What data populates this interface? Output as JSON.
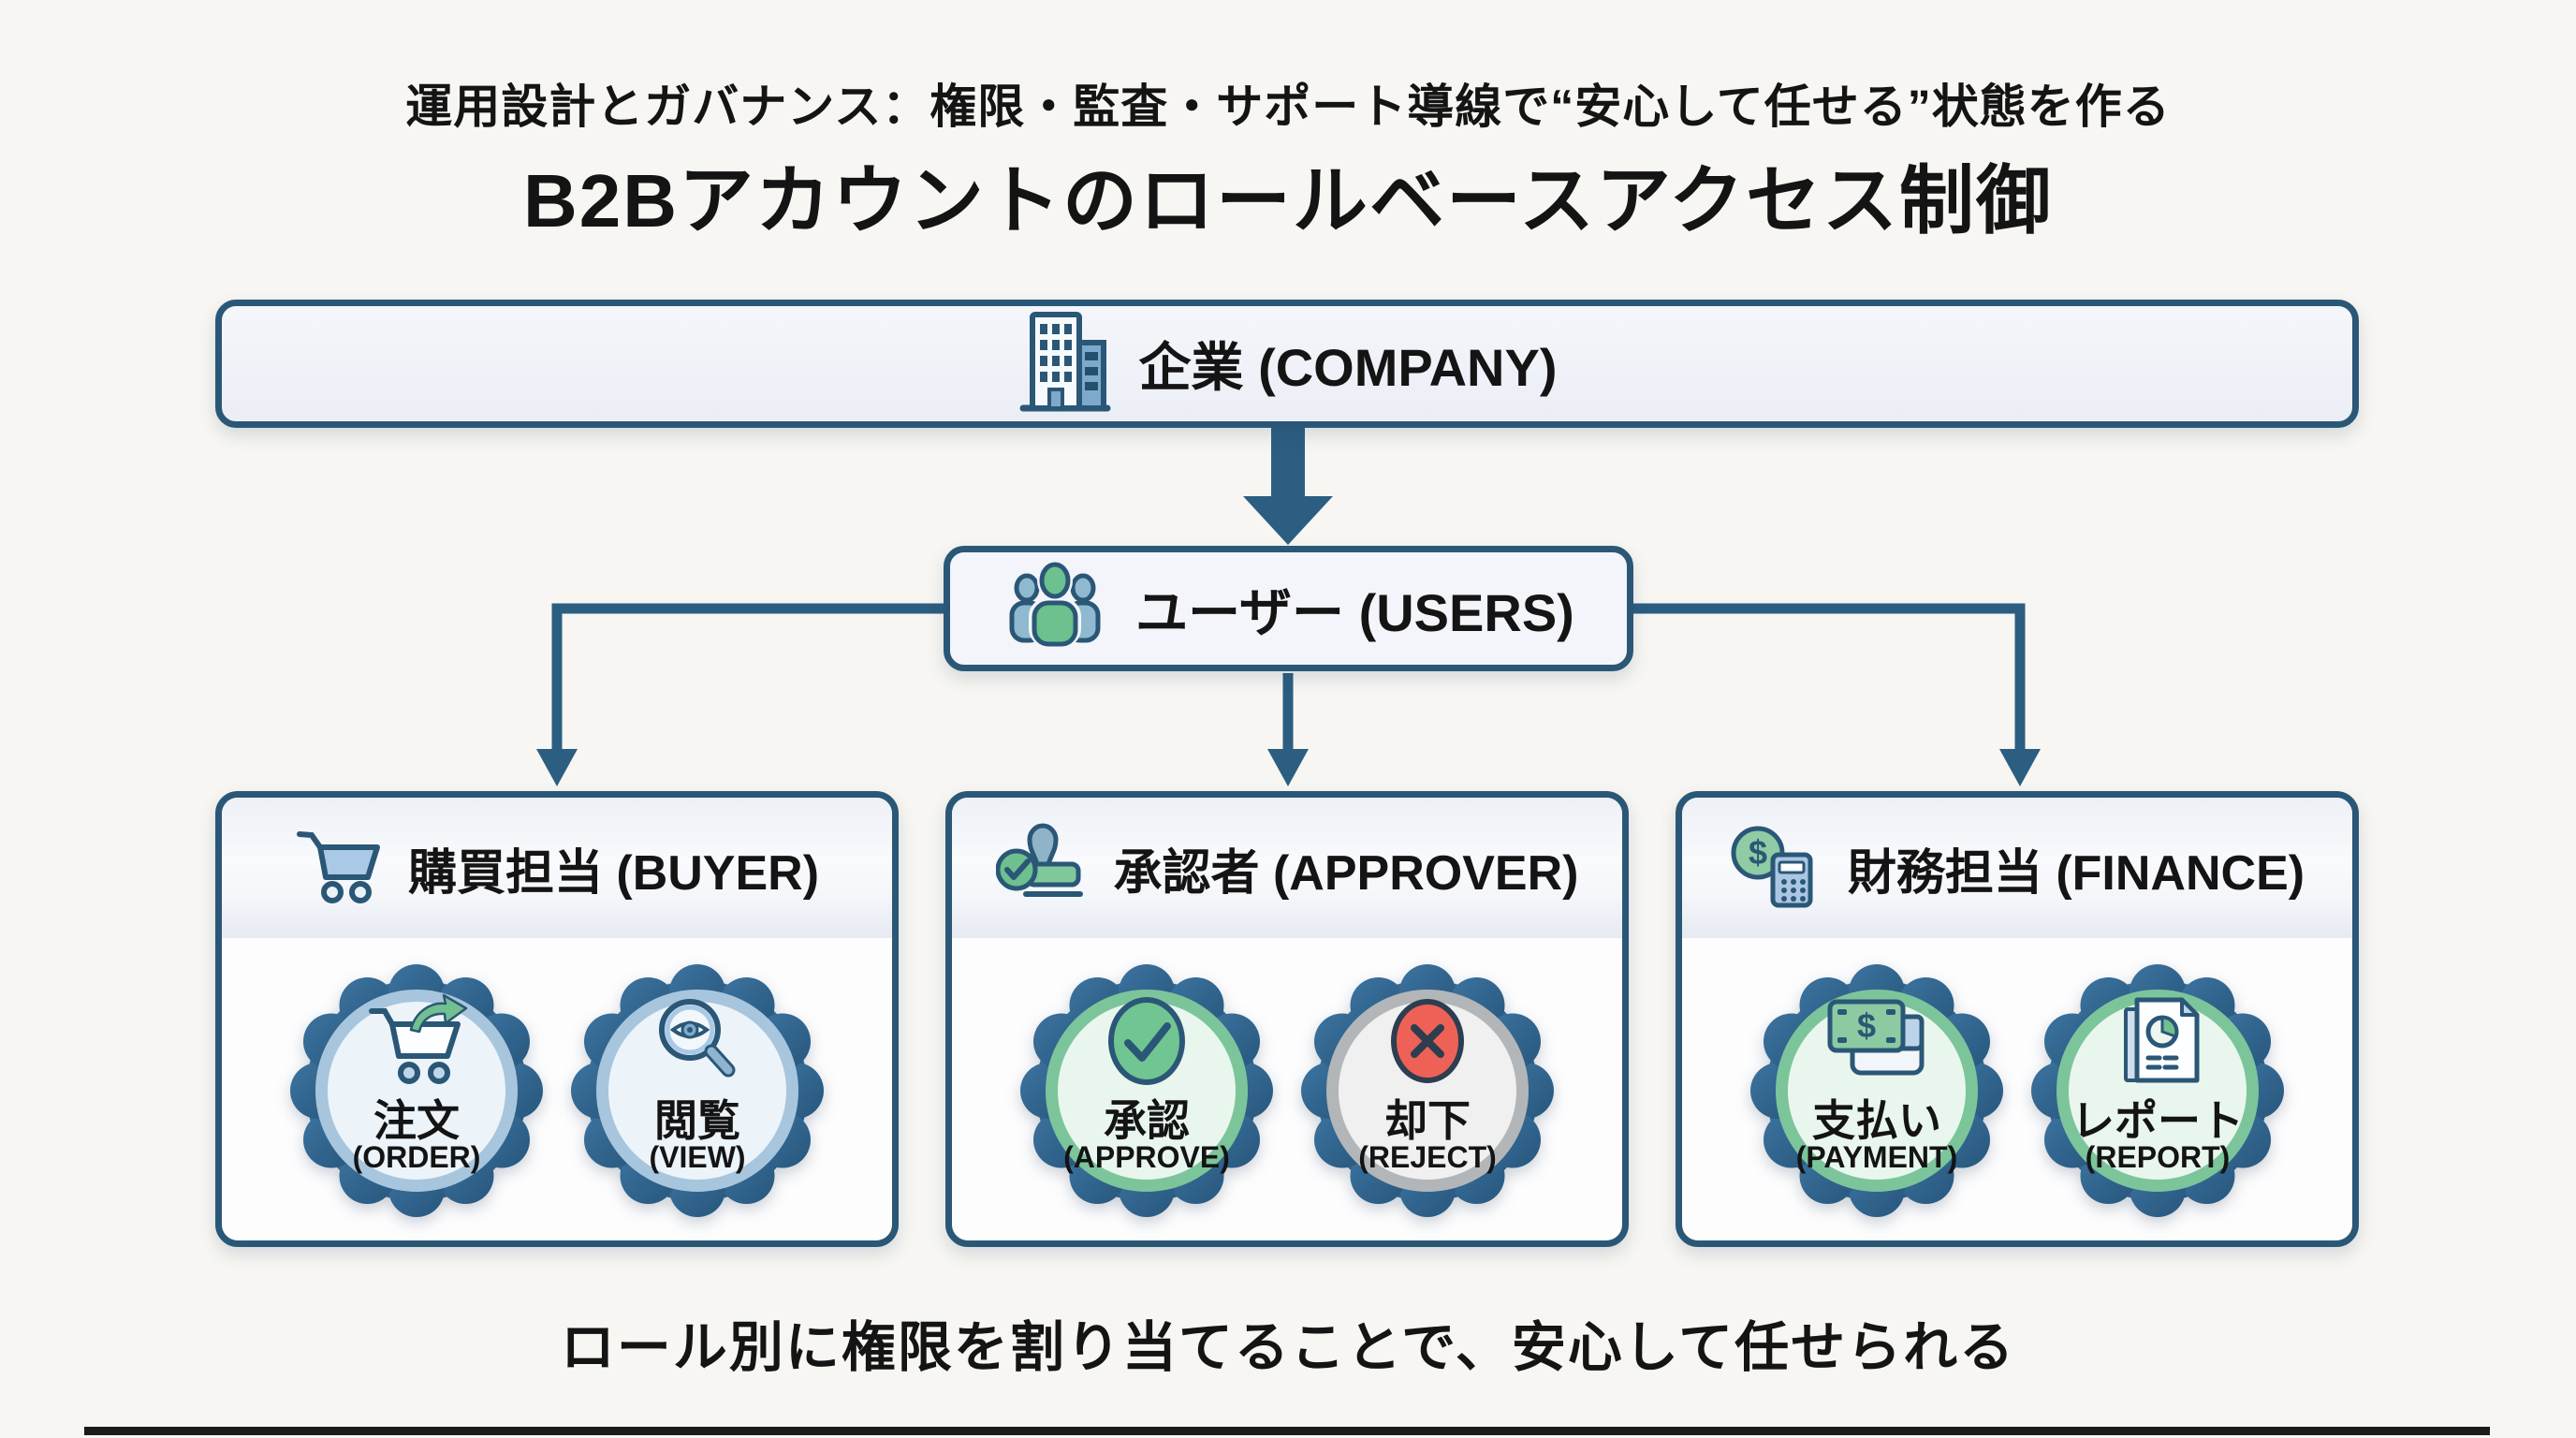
{
  "page": {
    "subtitle": "運用設計とガバナンス：権限・監査・サポート導線で“安心して任せる”状態を作る",
    "title": "B2Bアカウントのロールベースアクセス制御",
    "caption": "ロール別に権限を割り当てることで、安心して任せられる"
  },
  "company": {
    "label": "企業 (COMPANY)",
    "icon": "building-icon"
  },
  "users": {
    "label": "ユーザー (USERS)",
    "icon": "users-icon"
  },
  "roles": [
    {
      "id": "buyer",
      "label": "購買担当 (BUYER)",
      "icon": "shopping-cart-icon",
      "permissions": [
        {
          "jp": "注文",
          "en": "(ORDER)",
          "icon": "cart-order-icon",
          "style": "blue"
        },
        {
          "jp": "閲覧",
          "en": "(VIEW)",
          "icon": "magnifier-eye-icon",
          "style": "blue"
        }
      ]
    },
    {
      "id": "approver",
      "label": "承認者 (APPROVER)",
      "icon": "stamp-icon",
      "permissions": [
        {
          "jp": "承認",
          "en": "(APPROVE)",
          "icon": "check-circle-icon",
          "style": "green"
        },
        {
          "jp": "却下",
          "en": "(REJECT)",
          "icon": "x-circle-icon",
          "style": "gray"
        }
      ]
    },
    {
      "id": "finance",
      "label": "財務担当 (FINANCE)",
      "icon": "money-calculator-icon",
      "permissions": [
        {
          "jp": "支払い",
          "en": "(PAYMENT)",
          "icon": "banknote-icon",
          "style": "green"
        },
        {
          "jp": "レポート",
          "en": "(REPORT)",
          "icon": "report-icon",
          "style": "green"
        }
      ]
    }
  ],
  "colors": {
    "ink": "#2b5777",
    "arrow": "#2b5e81",
    "badge_scallop_light": "#3c74a0",
    "badge_scallop_dark": "#27567c",
    "ring_blue": "#a7c6dd",
    "inner_blue": "#ecf3f9",
    "ring_green": "#7cc59b",
    "inner_green": "#e9f6ee",
    "ring_gray": "#b3b6b8",
    "inner_gray": "#f0f0f1",
    "green_icon": "#70c593",
    "red_icon": "#ee6157",
    "page_bg": "#f7f6f2"
  }
}
